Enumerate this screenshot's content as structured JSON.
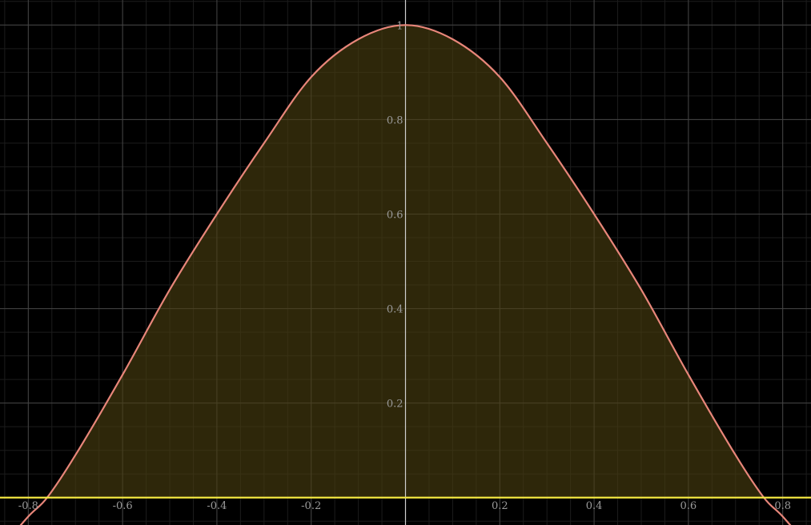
{
  "chart_data": {
    "type": "area",
    "title": "",
    "xlabel": "",
    "ylabel": "",
    "xlim": [
      -0.86,
      0.86
    ],
    "ylim": [
      -0.058,
      1.053
    ],
    "grid": true,
    "x_ticks": [
      {
        "value": -0.8,
        "label": "-0.8"
      },
      {
        "value": -0.6,
        "label": "-0.6"
      },
      {
        "value": -0.4,
        "label": "-0.4"
      },
      {
        "value": -0.2,
        "label": "-0.2"
      },
      {
        "value": 0.2,
        "label": "0.2"
      },
      {
        "value": 0.4,
        "label": "0.4"
      },
      {
        "value": 0.6,
        "label": "0.6"
      },
      {
        "value": 0.8,
        "label": "0.8"
      }
    ],
    "y_ticks": [
      {
        "value": 0.2,
        "label": "0.2"
      },
      {
        "value": 0.4,
        "label": "0.4"
      },
      {
        "value": 0.6,
        "label": "0.6"
      },
      {
        "value": 0.8,
        "label": "0.8"
      },
      {
        "value": 1,
        "label": "1"
      }
    ],
    "series": [
      {
        "x": [
          -0.86,
          -0.8,
          -0.76,
          -0.7,
          -0.6,
          -0.5,
          -0.4,
          -0.3,
          -0.2,
          -0.1,
          0.0,
          0.1,
          0.2,
          0.3,
          0.4,
          0.5,
          0.6,
          0.7,
          0.76,
          0.8,
          0.86
        ],
        "y": [
          -0.11,
          -0.04,
          0.0,
          0.09,
          0.26,
          0.44,
          0.6,
          0.75,
          0.89,
          0.97,
          1.0,
          0.97,
          0.89,
          0.75,
          0.6,
          0.44,
          0.26,
          0.09,
          0.0,
          -0.04,
          -0.11
        ],
        "color": "#e8867a",
        "fill_color": "#4a3f10",
        "fill_range_x": [
          -0.76,
          0.76
        ]
      },
      {
        "x": [
          -0.86,
          0.86
        ],
        "y": [
          0.0,
          0.0
        ],
        "color": "#f2e641"
      }
    ],
    "colors": {
      "background": "#000000",
      "major_grid": "#444444",
      "minor_grid": "#1c1c1c",
      "axis": "#cfcfcf",
      "tick_label": "#9a9a9a"
    }
  }
}
